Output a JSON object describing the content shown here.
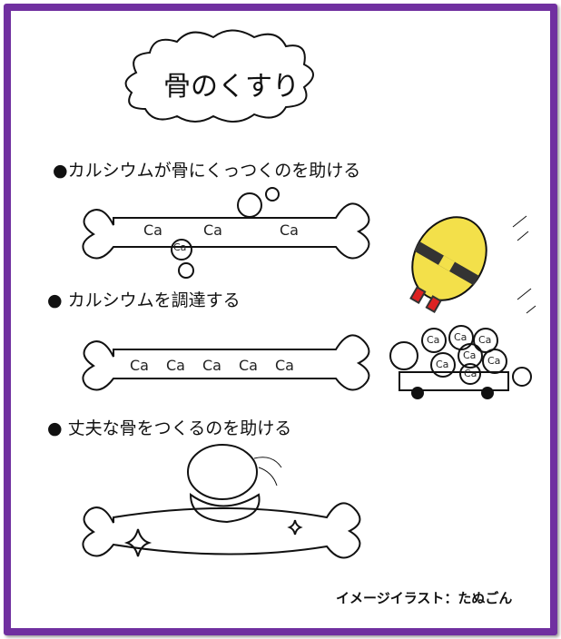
{
  "title": "骨のくすり",
  "bullets": [
    "●カルシウムが骨にくっつくのを助ける",
    "● カルシウムを調達する",
    "● 丈夫な骨をつくるのを助ける"
  ],
  "calcium_label": "Ca",
  "credit": "イメージイラスト：たぬごん",
  "colors": {
    "border": "#7030a0",
    "character": "#f3e04a"
  }
}
